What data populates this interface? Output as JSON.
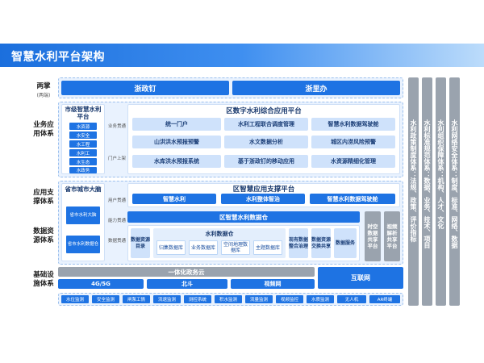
{
  "title": "智慧水利平台架构",
  "rows": {
    "two_portals": {
      "label": "两掌",
      "sub": "(两端)"
    },
    "business": {
      "label": "业务应用体系"
    },
    "app_support": {
      "label": "应用支撑体系"
    },
    "data_resource": {
      "label": "数据资源体系"
    },
    "infra": {
      "label": "基础设施体系"
    }
  },
  "portals": {
    "left": "浙政钉",
    "right": "浙里办"
  },
  "provincial": {
    "title": "市级智慧水利平台",
    "items": [
      "水资源",
      "水安全",
      "水工程",
      "水利工",
      "水生态",
      "水政务"
    ],
    "tags": [
      "业务贯通",
      "门户上架"
    ]
  },
  "district_app": {
    "title": "区数字水利综合应用平台",
    "grid": [
      "统一门户",
      "水利工程联合调度管理",
      "智慧水利数据驾驶舱",
      "山洪洪水预报预警",
      "水文数据分析",
      "城区内涝风险预警",
      "水库洪水预报系统",
      "基于浙政钉的移动应用",
      "水资源精细化管理"
    ]
  },
  "city_brain": {
    "title": "省市城市大脑",
    "items": [
      "省市水利大脑",
      "省市水利数据仓"
    ],
    "tags": [
      "用户贯通",
      "能力贯通",
      "数据贯通"
    ]
  },
  "support_platform": {
    "title": "区智慧应用支撑平台",
    "items": [
      "智慧水利",
      "水利整体智治",
      "智慧水利数据驾驶舱"
    ]
  },
  "data_center": {
    "title": "区智慧水利数据仓",
    "catalog": "数据资源目录",
    "warehouse": "水利数据仓",
    "warehouse_items": [
      "归集数据库",
      "业务数据库",
      "空间地理数据库",
      "主题数据库"
    ],
    "right_items": [
      "现有数据整合治理",
      "数据资源交换共享",
      "数据服务"
    ],
    "gray_items": [
      "时空数据共享平台",
      "视频解析共享平台"
    ]
  },
  "infra": {
    "cloud": "一体化政务云",
    "network": [
      "4G/5G",
      "北斗",
      "视频网"
    ],
    "internet": "互联网",
    "sensors": [
      "水位监测",
      "安全监测",
      "闸泵工情",
      "流速监测",
      "测控系统",
      "积水监测",
      "流量监测",
      "视频监控",
      "水质监测",
      "无人机",
      "AR终端"
    ]
  },
  "systems": [
    "水利政策制度体系：法规、政策、评价指标",
    "水利标准规范体系：数据、业务、技术、项目",
    "水利组织保障体系：机构、人才、文化",
    "水利网络安全体系：制度、标准、网络、数据"
  ],
  "colors": {
    "accent": "#1e73e3",
    "panel": "#e9f2fe",
    "gray": "#9aa3ae"
  }
}
